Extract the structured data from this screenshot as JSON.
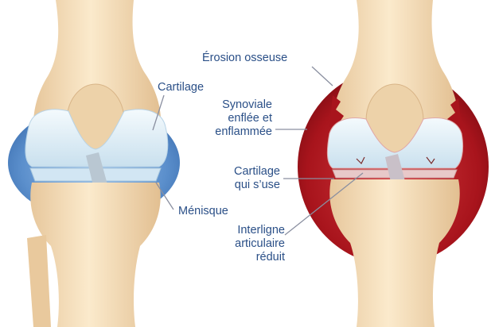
{
  "labels": {
    "erosion": "Érosion osseuse",
    "cartilage": "Cartilage",
    "synoviale": [
      "Synoviale",
      "enflée et",
      "enflammée"
    ],
    "cartilage_use": [
      "Cartilage",
      "qui s’use"
    ],
    "menisque": "Ménisque",
    "interligne": [
      "Interligne",
      "articulaire",
      "réduit"
    ]
  },
  "colors": {
    "label_text": "#2a4f87",
    "leader_line": "#8a8fa0",
    "healthy_synovium": "#4a7fbf",
    "inflamed_synovium": "#a8141c",
    "bone": "#f2d9b4",
    "cartilage": "#dfeef7"
  }
}
